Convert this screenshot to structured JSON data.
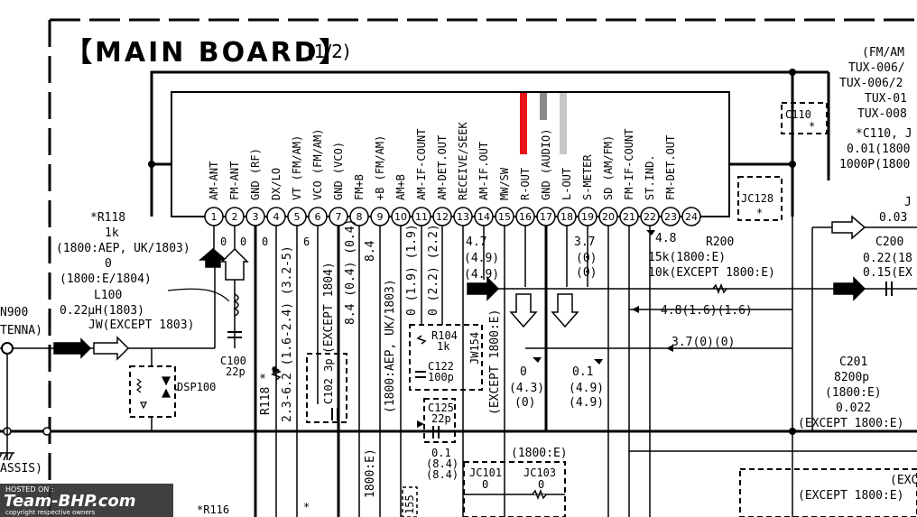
{
  "title": {
    "main": "【MAIN BOARD】",
    "page": "(1/2)"
  },
  "pins": [
    {
      "num": "1",
      "label": "AM-ANT"
    },
    {
      "num": "2",
      "label": "FM-ANT"
    },
    {
      "num": "3",
      "label": "GND (RF)"
    },
    {
      "num": "4",
      "label": "DX/LO"
    },
    {
      "num": "5",
      "label": "VT (FM/AM)"
    },
    {
      "num": "6",
      "label": "VCO (FM/AM)"
    },
    {
      "num": "7",
      "label": "GND (VCO)"
    },
    {
      "num": "8",
      "label": "FM+B"
    },
    {
      "num": "9",
      "label": "+B (FM/AM)"
    },
    {
      "num": "10",
      "label": "AM+B"
    },
    {
      "num": "11",
      "label": "AM-IF-COUNT"
    },
    {
      "num": "12",
      "label": "AM-DET.OUT"
    },
    {
      "num": "13",
      "label": "RECEIVE/SEEK"
    },
    {
      "num": "14",
      "label": "AM-IF.OUT"
    },
    {
      "num": "15",
      "label": "MW/SW"
    },
    {
      "num": "16",
      "label": "R-OUT"
    },
    {
      "num": "17",
      "label": "GND (AUDIO)"
    },
    {
      "num": "18",
      "label": "L-OUT"
    },
    {
      "num": "19",
      "label": "S-METER"
    },
    {
      "num": "20",
      "label": "SD (AM/FM)"
    },
    {
      "num": "21",
      "label": "FM-IF-COUNT"
    },
    {
      "num": "22",
      "label": "ST.IND."
    },
    {
      "num": "23",
      "label": "FM-DET.OUT"
    },
    {
      "num": "24",
      "label": ""
    }
  ],
  "pin_colors": {
    "r_out": "#e8141a",
    "gnd_audio": "#8a8a8a",
    "l_out": "#c6c6c6"
  },
  "right_notes": {
    "line1": "(FM/AM",
    "line2": "TUX-006/",
    "line3": "TUX-006/2",
    "line4": "TUX-01",
    "line5": "TUX-008",
    "line6": "*C110, J",
    "line7": "0.01(1800",
    "line8": "1000P(1800"
  },
  "c110": {
    "name": "C110",
    "mark": "*"
  },
  "jc128": {
    "name": "JC128",
    "mark": "*"
  },
  "r118": {
    "l1": "*R118",
    "l2": "1k",
    "l3": "(1800:AEP, UK/1803)",
    "l4": "0",
    "l5": "(1800:E/1804)"
  },
  "l100": {
    "l1": "L100",
    "l2": "0.22µH(1803)",
    "l3": "JW(EXCEPT 1803)"
  },
  "antenna": {
    "l1": "N900",
    "l2": "TENNA)"
  },
  "chassis": "ASSIS)",
  "c100": {
    "l1": "C100",
    "l2": "22p"
  },
  "dsp100": "DSP100",
  "r118_b": "R118 *",
  "r116": "*R116",
  "voltages": {
    "p2": "0",
    "p3": "0",
    "p4": "0",
    "p5": "2.3-6.2 (1.6-2.4) (3.2-5)",
    "p6": "6",
    "p8": "8.4 (0.4) (0.4)",
    "p9": "8.4",
    "p11": "0 (1.9) (1.9)",
    "p12": "0 (2.2) (2.2)",
    "p14a": "4.7",
    "p14b": "(4.9)",
    "p14c": "(4.9)",
    "p19a": "3.7",
    "p19b": "(0)",
    "p19c": "(0)",
    "p22": "4.8"
  },
  "c102": {
    "label": "C102 3p",
    "except": "(EXCEPT 1804)"
  },
  "note_1800aep": "(1800:AEP, UK/1803)",
  "r104": {
    "l1": "R104",
    "l2": "1k"
  },
  "c122": {
    "l1": "C122",
    "l2": "100p"
  },
  "jw154": "JW154",
  "except1800e_v": "(EXCEPT 1800:E)",
  "c125": {
    "l1": "C125",
    "l2": "22p"
  },
  "vals_0_84": {
    "l1": "0.1",
    "l2": "(8.4)",
    "l3": "(8.4)"
  },
  "vals_043": {
    "l1": "0",
    "l2": "(4.3)",
    "l3": "(0)"
  },
  "vals_049": {
    "l1": "0.1",
    "l2": "(4.9)",
    "l3": "(4.9)"
  },
  "r200": {
    "l1": "R200",
    "l2": "15k(1800:E)",
    "l3": "10k(EXCEPT 1800:E)"
  },
  "line_48": "4.8(1.6)(1.6)",
  "line_37": "3.7(0)(0)",
  "c200": {
    "l1": "C200",
    "l2": "0.22(18",
    "l3": "0.15(EX"
  },
  "j_right": {
    "l1": "J",
    "l2": "0.03"
  },
  "c201": {
    "l1": "C201",
    "l2": "8200p",
    "l3": "(1800:E)",
    "l4": "0.022",
    "l5": "(EXCEPT 1800:E)"
  },
  "bottom": {
    "lab1800e": "(1800:E)",
    "jc101": {
      "l1": "JC101",
      "l2": "0"
    },
    "jc103": {
      "l1": "JC103",
      "l2": "0"
    },
    "except1800e": "(EXCEPT 1800:E)",
    "exc": "(EXC",
    "v1800e": "1800:E)",
    "r155": "155",
    "star": "*"
  },
  "watermark": {
    "l1": "HOSTED ON :",
    "l2": "Team-BHP.com",
    "l3": "copyright respective owners"
  }
}
